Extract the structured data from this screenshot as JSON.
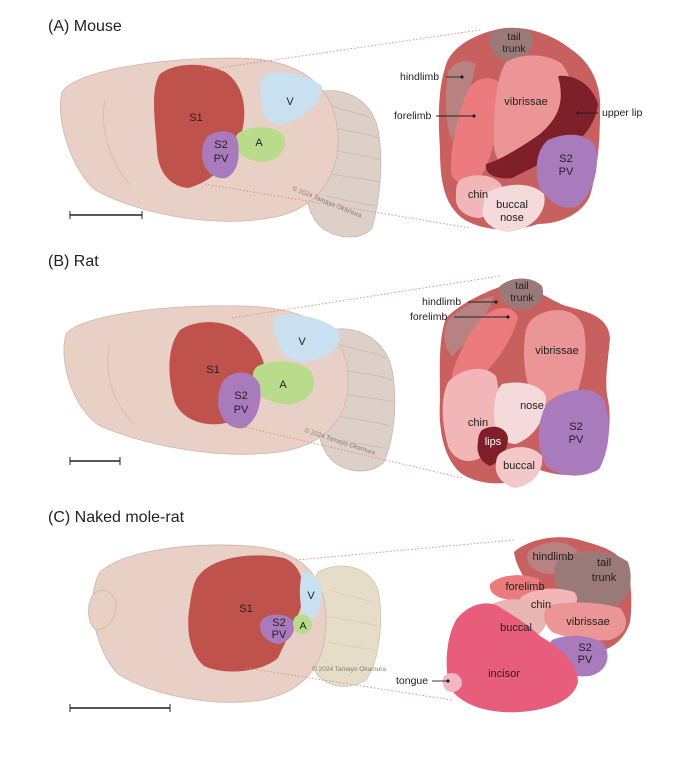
{
  "panels": {
    "mouse": {
      "title": "(A) Mouse",
      "brain": {
        "s1": "S1",
        "v": "V",
        "a": "A",
        "s2": "S2",
        "pv": "PV"
      },
      "copyright": "© 2024 Tamayo Okamura",
      "map": {
        "tail": "tail",
        "trunk": "trunk",
        "hindlimb": "hindlimb",
        "forelimb": "forelimb",
        "vibrissae": "vibrissae",
        "upper_lip": "upper lip",
        "s2": "S2",
        "pv": "PV",
        "chin": "chin",
        "buccal": "buccal",
        "nose": "nose"
      }
    },
    "rat": {
      "title": "(B) Rat",
      "brain": {
        "s1": "S1",
        "v": "V",
        "a": "A",
        "s2": "S2",
        "pv": "PV"
      },
      "copyright": "© 2024 Tamayo Okamura",
      "map": {
        "tail": "tail",
        "trunk": "trunk",
        "hindlimb": "hindlimb",
        "forelimb": "forelimb",
        "vibrissae": "vibrissae",
        "nose": "nose",
        "chin": "chin",
        "lips": "lips",
        "buccal": "buccal",
        "s2": "S2",
        "pv": "PV"
      }
    },
    "mole_rat": {
      "title": "(C) Naked mole-rat",
      "brain": {
        "s1": "S1",
        "v": "V",
        "a": "A",
        "s2": "S2",
        "pv": "PV"
      },
      "copyright": "© 2024 Tamayo Okamura",
      "map": {
        "hindlimb": "hindlimb",
        "tail": "tail",
        "trunk": "trunk",
        "forelimb": "forelimb",
        "chin": "chin",
        "buccal": "buccal",
        "vibrissae": "vibrissae",
        "tongue": "tongue",
        "incisor": "incisor",
        "s2": "S2",
        "pv": "PV"
      }
    }
  },
  "colors": {
    "brain": "#e9d0c6",
    "s1": "#c0524c",
    "v": "#c9e0f0",
    "a": "#b9dc8c",
    "s2": "#a97bbd",
    "map_base": "#c96060",
    "trunk_tail": "#9a7a78",
    "hindlimb": "#b88282",
    "forelimb": "#eb7b7d",
    "vibrissae": "#ec9596",
    "upper_lip": "#7e1f2a",
    "chin": "#f2b6b8",
    "nose": "#f4dada",
    "incisor": "#e85d7b"
  }
}
